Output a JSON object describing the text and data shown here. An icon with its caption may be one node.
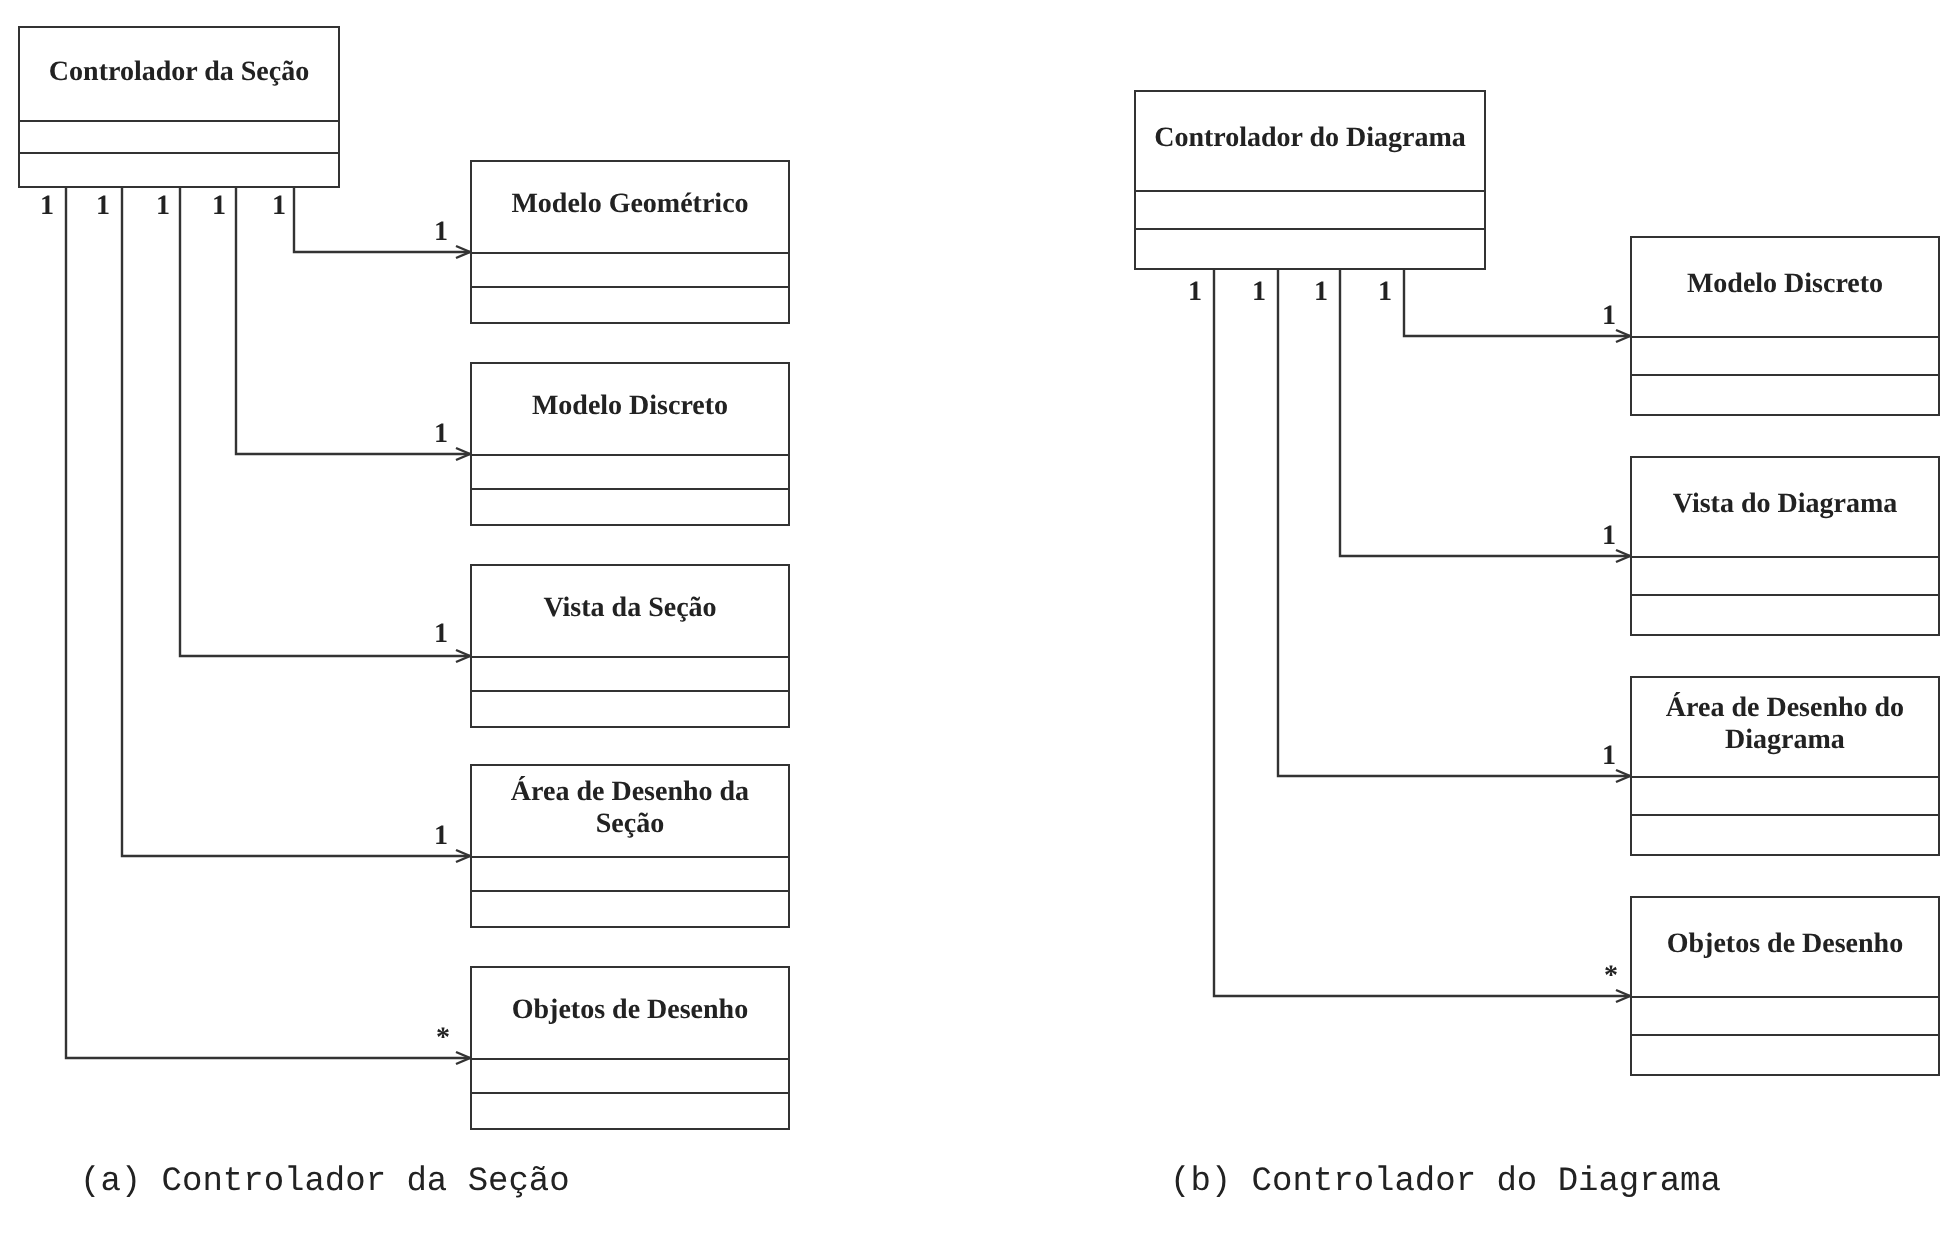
{
  "diagram": {
    "nodes": [
      {
        "text": [
          "Controlador da Seção"
        ]
      },
      {
        "text": [
          "Modelo Geométrico"
        ]
      },
      {
        "text": [
          "Modelo Discreto"
        ]
      },
      {
        "text": [
          "Vista da Seção"
        ]
      },
      {
        "text": [
          "Área de Desenho da Seção"
        ]
      },
      {
        "text": [
          "Objetos de Desenho"
        ]
      },
      {
        "text": [
          "Controlador do Diagrama"
        ]
      },
      {
        "text": [
          "Modelo Discreto"
        ]
      },
      {
        "text": [
          "Vista do Diagrama"
        ]
      },
      {
        "text": [
          "Área de Desenho do Diagrama"
        ]
      },
      {
        "text": [
          "Objetos de Desenho"
        ]
      }
    ],
    "edges": [
      {
        "from": 0,
        "to": 1,
        "arrow": "to"
      },
      {
        "from": 0,
        "to": 2,
        "arrow": "to"
      },
      {
        "from": 0,
        "to": 3,
        "arrow": "to"
      },
      {
        "from": 0,
        "to": 4,
        "arrow": "to"
      },
      {
        "from": 0,
        "to": 5,
        "arrow": "to"
      },
      {
        "from": 6,
        "to": 7,
        "arrow": "to"
      },
      {
        "from": 6,
        "to": 8,
        "arrow": "to"
      },
      {
        "from": 6,
        "to": 9,
        "arrow": "to"
      },
      {
        "from": 6,
        "to": 10,
        "arrow": "to"
      }
    ],
    "labels": [
      "1",
      "1",
      "1",
      "1",
      "1",
      "1",
      "1",
      "1",
      "1",
      "*",
      "1",
      "1",
      "1",
      "1",
      "1",
      "1",
      "1",
      "*",
      "(a) Controlador da Seção",
      "(b) Controlador do Diagrama"
    ]
  }
}
